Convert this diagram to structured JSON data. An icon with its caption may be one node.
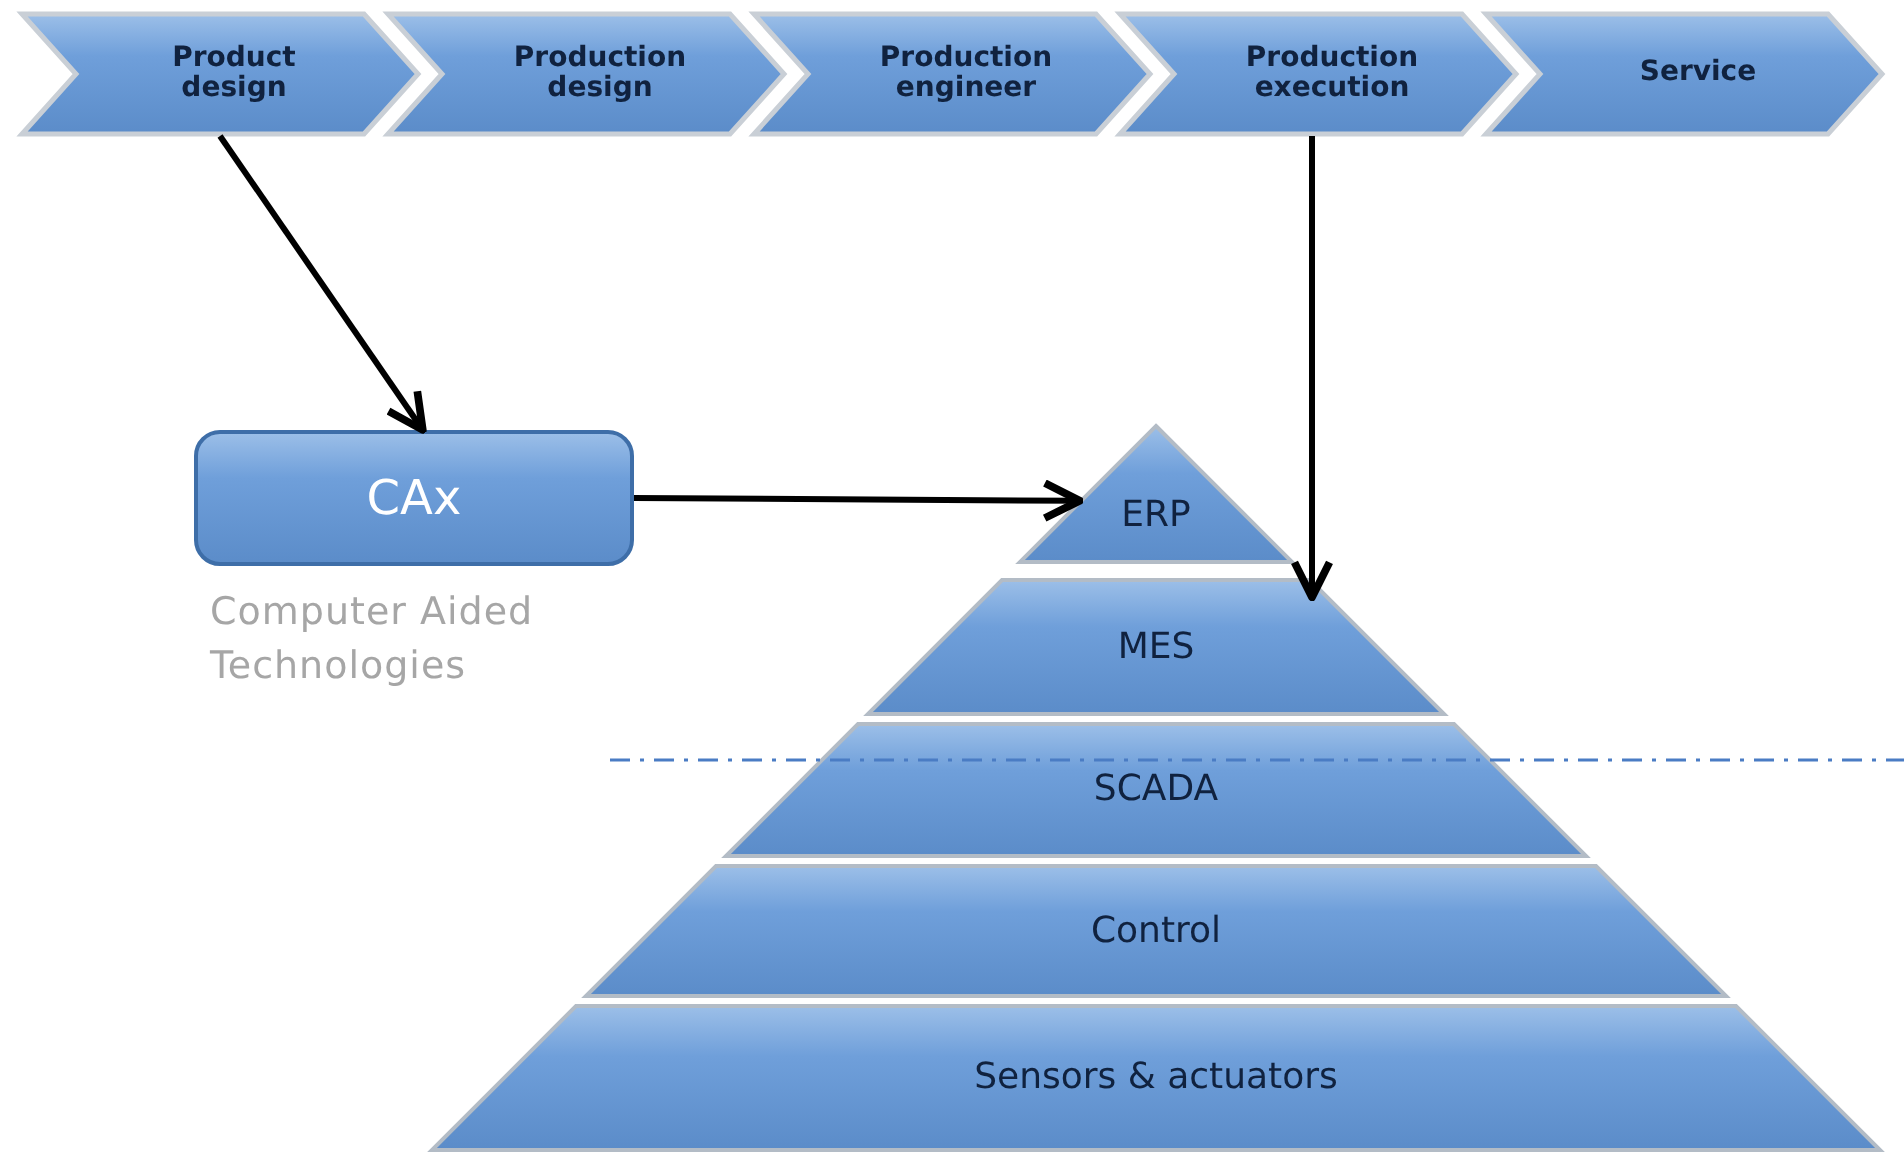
{
  "diagram": {
    "nodes": [
      {
        "text": [
          "Product design"
        ]
      },
      {
        "text": [
          "Production design"
        ]
      },
      {
        "text": [
          "Production engineer"
        ]
      },
      {
        "text": [
          "Production execution"
        ]
      },
      {
        "text": [
          "Service"
        ]
      },
      {
        "text": [
          "CAx"
        ],
        "beside": [
          "Computer Aided Technologies"
        ]
      },
      {
        "text": [
          "ERP"
        ]
      },
      {
        "text": [
          "MES"
        ]
      },
      {
        "text": [
          "SCADA"
        ]
      },
      {
        "text": [
          "Control"
        ]
      },
      {
        "text": [
          "Sensors & actuators"
        ]
      }
    ],
    "edges": [
      {
        "from": 0,
        "to": 5,
        "arrow": "to"
      },
      {
        "from": 5,
        "to": 6,
        "arrow": "to"
      },
      {
        "from": 3,
        "to": 7,
        "arrow": "to"
      }
    ]
  }
}
